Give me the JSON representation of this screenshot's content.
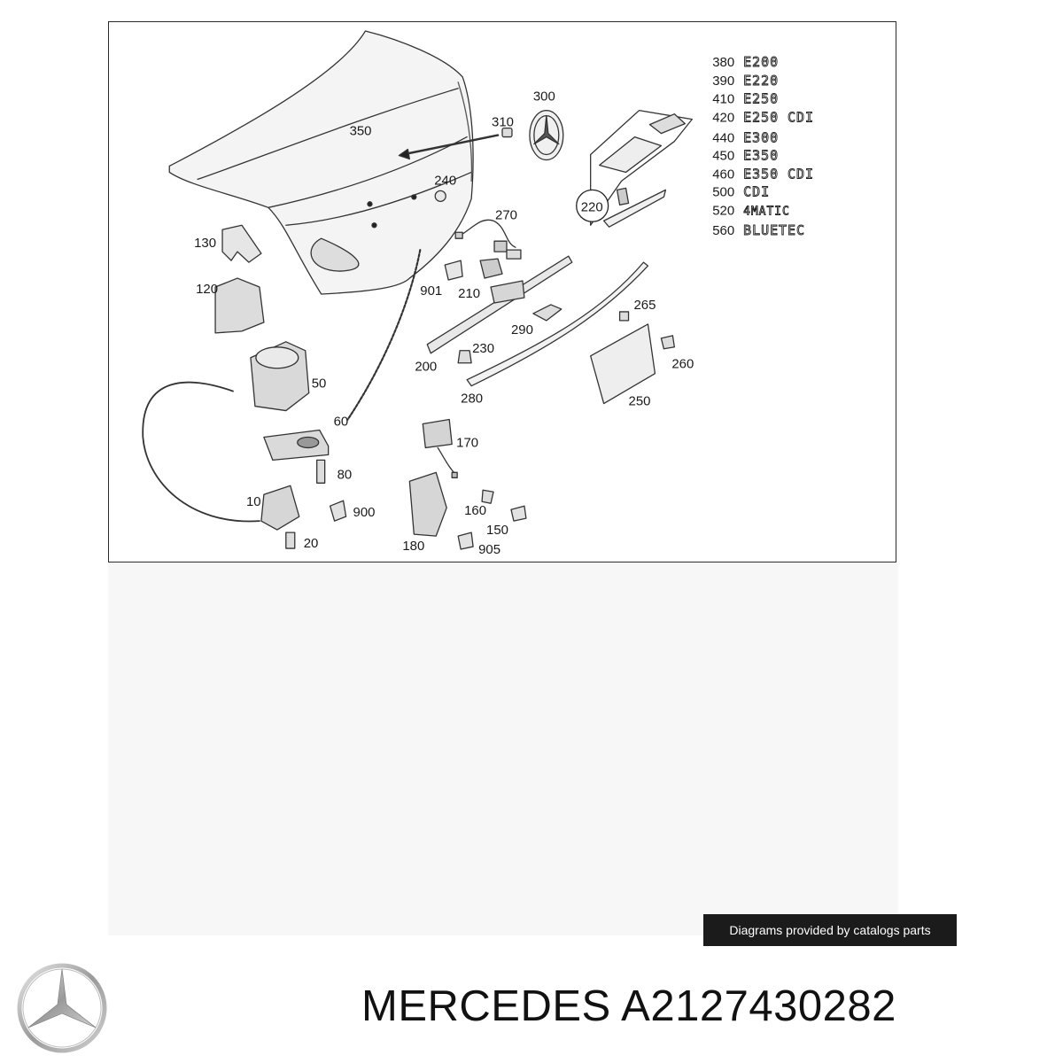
{
  "callouts": [
    {
      "id": "c350",
      "label": "350"
    },
    {
      "id": "c310",
      "label": "310"
    },
    {
      "id": "c300",
      "label": "300"
    },
    {
      "id": "c240",
      "label": "240"
    },
    {
      "id": "c270",
      "label": "270"
    },
    {
      "id": "c220",
      "label": "220"
    },
    {
      "id": "c130",
      "label": "130"
    },
    {
      "id": "c120",
      "label": "120"
    },
    {
      "id": "c901",
      "label": "901"
    },
    {
      "id": "c210",
      "label": "210"
    },
    {
      "id": "c265",
      "label": "265"
    },
    {
      "id": "c290",
      "label": "290"
    },
    {
      "id": "c230",
      "label": "230"
    },
    {
      "id": "c200",
      "label": "200"
    },
    {
      "id": "c260",
      "label": "260"
    },
    {
      "id": "c50",
      "label": "50"
    },
    {
      "id": "c280",
      "label": "280"
    },
    {
      "id": "c250",
      "label": "250"
    },
    {
      "id": "c60",
      "label": "60"
    },
    {
      "id": "c170",
      "label": "170"
    },
    {
      "id": "c80",
      "label": "80"
    },
    {
      "id": "c10",
      "label": "10"
    },
    {
      "id": "c900",
      "label": "900"
    },
    {
      "id": "c160",
      "label": "160"
    },
    {
      "id": "c150",
      "label": "150"
    },
    {
      "id": "c20",
      "label": "20"
    },
    {
      "id": "c180",
      "label": "180"
    },
    {
      "id": "c905",
      "label": "905"
    }
  ],
  "emblem_legend": [
    {
      "number": "380",
      "badge": "E200"
    },
    {
      "number": "390",
      "badge": "E220"
    },
    {
      "number": "410",
      "badge": "E250"
    },
    {
      "number": "420",
      "badge": "E250 CDI"
    },
    {
      "number": "440",
      "badge": "E300"
    },
    {
      "number": "450",
      "badge": "E350"
    },
    {
      "number": "460",
      "badge": "E350 CDI"
    },
    {
      "number": "500",
      "badge": "CDI"
    },
    {
      "number": "520",
      "badge": "4MATIC"
    },
    {
      "number": "560",
      "badge": "BLUETEC"
    }
  ],
  "credit": "Diagrams provided by catalogs parts",
  "brand": "MERCEDES",
  "part_number": "A2127430282"
}
